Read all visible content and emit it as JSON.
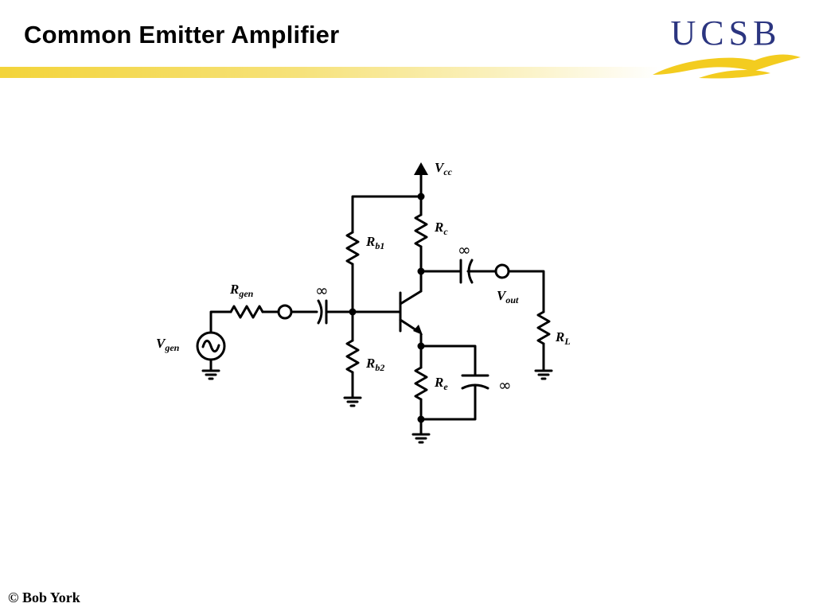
{
  "slide": {
    "title": "Common Emitter Amplifier",
    "footer": "©  Bob York"
  },
  "logo": {
    "text": "UCSB",
    "color": "#2b3580",
    "swoosh_color": "#f3cc1f"
  },
  "colors": {
    "title_bar": "#f3d43a",
    "wire": "#000000"
  },
  "circuit": {
    "labels": {
      "vcc": {
        "main": "V",
        "sub": "cc"
      },
      "rc": {
        "main": "R",
        "sub": "c"
      },
      "rb1": {
        "main": "R",
        "sub": "b1"
      },
      "rb2": {
        "main": "R",
        "sub": "b2"
      },
      "re": {
        "main": "R",
        "sub": "e"
      },
      "rgen": {
        "main": "R",
        "sub": "gen"
      },
      "vgen": {
        "main": "V",
        "sub": "gen"
      },
      "vout": {
        "main": "V",
        "sub": "out"
      },
      "rl": {
        "main": "R",
        "sub": "L"
      }
    },
    "cap_values": {
      "input": "∞",
      "output": "∞",
      "bypass": "∞"
    }
  }
}
